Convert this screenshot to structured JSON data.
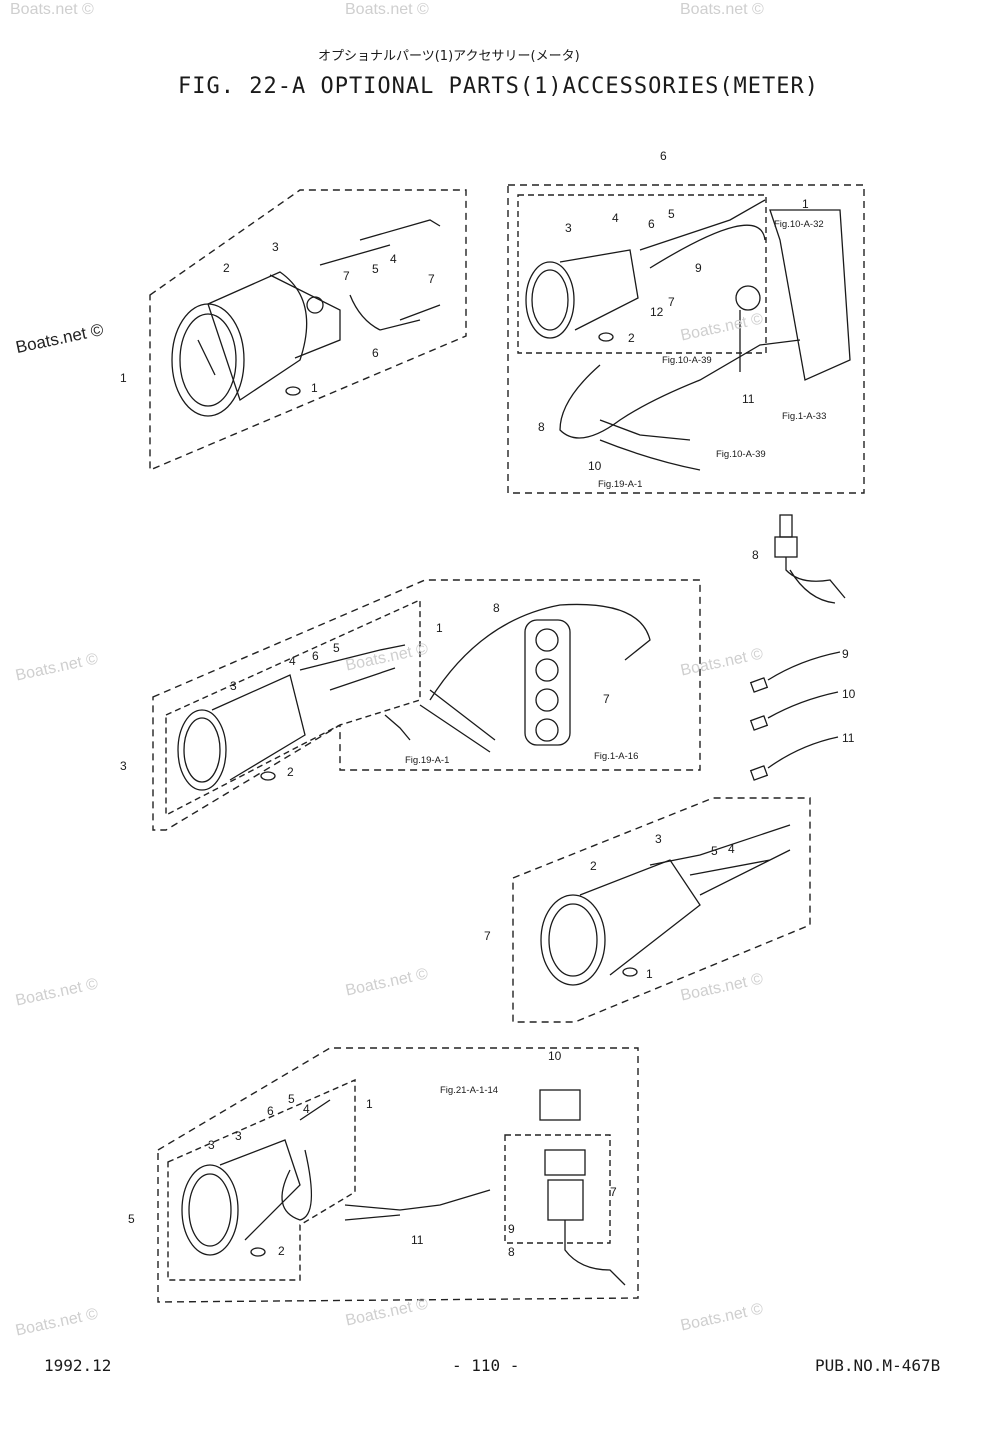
{
  "header": {
    "title_jp": "オプショナルパーツ(1)アクセサリー(メータ)",
    "title": "FIG. 22-A OPTIONAL PARTS(1)ACCESSORIES(METER)"
  },
  "footer": {
    "date": "1992.12",
    "page": "- 110 -",
    "pub": "PUB.NO.M-467B"
  },
  "watermark": "Boats.net ©",
  "groups": {
    "g1": {
      "callouts": [
        "1",
        "2",
        "3",
        "7",
        "5",
        "4",
        "7",
        "6",
        "1"
      ]
    },
    "g6": {
      "callouts": [
        "6",
        "1",
        "3",
        "4",
        "6",
        "5",
        "9",
        "7",
        "12",
        "2",
        "11",
        "8",
        "10"
      ],
      "refs": [
        "Fig.10-A-32",
        "Fig.10-A-39",
        "Fig.1-A-33",
        "Fig.10-A-39",
        "Fig.19-A-1"
      ]
    },
    "loose": {
      "callouts": [
        "8",
        "9",
        "10",
        "11"
      ]
    },
    "g3": {
      "callouts": [
        "3",
        "1",
        "8",
        "4",
        "6",
        "5",
        "3",
        "7",
        "2"
      ],
      "refs": [
        "Fig.19-A-1",
        "Fig.1-A-16"
      ]
    },
    "g7": {
      "callouts": [
        "7",
        "2",
        "3",
        "5",
        "4",
        "1"
      ]
    },
    "g5": {
      "callouts": [
        "5",
        "1",
        "6",
        "5",
        "4",
        "3",
        "3",
        "2",
        "10",
        "7",
        "9",
        "8",
        "11"
      ],
      "refs": [
        "Fig.21-A-1-14"
      ]
    }
  }
}
